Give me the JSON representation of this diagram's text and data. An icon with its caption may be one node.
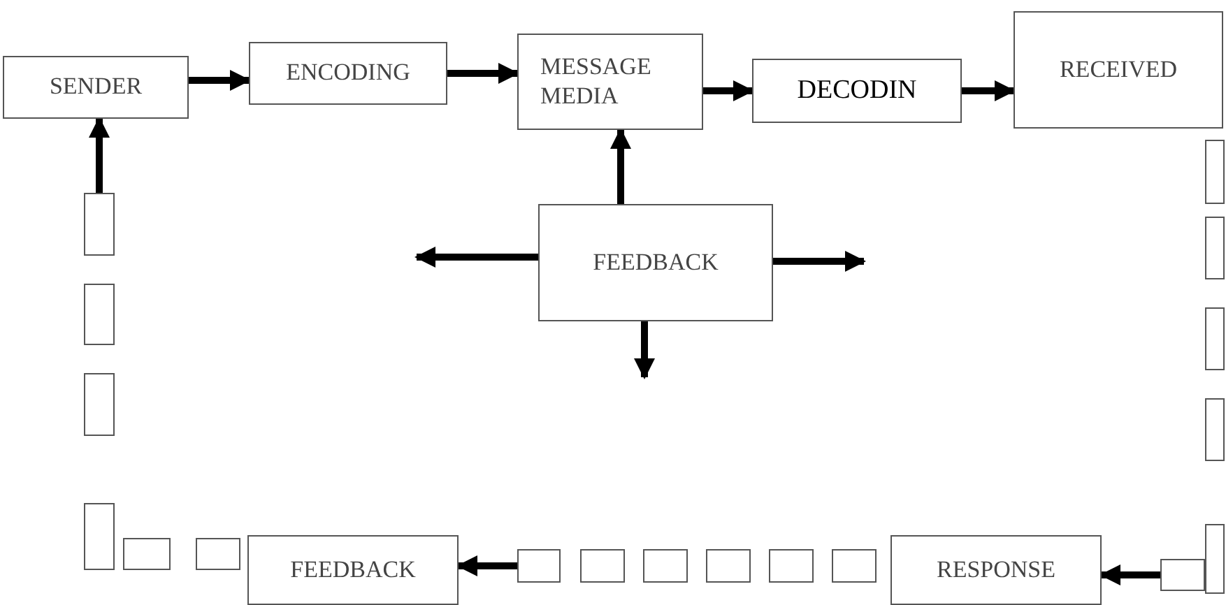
{
  "diagram": {
    "nodes": [
      {
        "text": [
          "SENDER"
        ]
      },
      {
        "text": [
          "ENCODING"
        ]
      },
      {
        "text": [
          "MESSAGE MEDIA"
        ]
      },
      {
        "text": [
          "DECODIN"
        ]
      },
      {
        "text": [
          "RECEIVED"
        ]
      },
      {
        "text": [
          "FEEDBACK"
        ]
      },
      {
        "text": [],
        "shape": "box"
      },
      {
        "text": [],
        "shape": "box"
      },
      {
        "text": [],
        "shape": "box"
      },
      {
        "text": [],
        "shape": "box"
      },
      {
        "text": [],
        "shape": "box"
      },
      {
        "text": [],
        "shape": "box"
      },
      {
        "text": [
          "RESPONSE"
        ]
      },
      {
        "text": [],
        "shape": "box"
      },
      {
        "text": [],
        "shape": "box"
      },
      {
        "text": [],
        "shape": "box"
      },
      {
        "text": [],
        "shape": "box"
      },
      {
        "text": [],
        "shape": "box"
      },
      {
        "text": [],
        "shape": "box"
      },
      {
        "text": [
          "FEEDBACK"
        ]
      },
      {
        "text": [],
        "shape": "box"
      },
      {
        "text": [],
        "shape": "box"
      },
      {
        "text": [],
        "shape": "box"
      },
      {
        "text": [],
        "shape": "box"
      },
      {
        "text": [],
        "shape": "box"
      },
      {
        "text": [],
        "shape": "box"
      }
    ],
    "edges": [
      {
        "from": 0,
        "to": 1,
        "arrow": "to"
      },
      {
        "from": 1,
        "to": 2,
        "arrow": "to"
      },
      {
        "from": 2,
        "to": 3,
        "arrow": "to"
      },
      {
        "from": 3,
        "to": 4,
        "arrow": "to"
      },
      {
        "from": 5,
        "to": 2,
        "arrow": "to"
      },
      {
        "from": 5,
        "to": null,
        "arrow": "to"
      },
      {
        "from": 5,
        "to": null,
        "arrow": "to"
      },
      {
        "from": 5,
        "to": null,
        "arrow": "to"
      },
      {
        "from": 11,
        "to": 12,
        "arrow": "to"
      },
      {
        "from": 13,
        "to": 19,
        "arrow": "to"
      },
      {
        "from": 20,
        "to": 0,
        "arrow": "to"
      }
    ]
  }
}
